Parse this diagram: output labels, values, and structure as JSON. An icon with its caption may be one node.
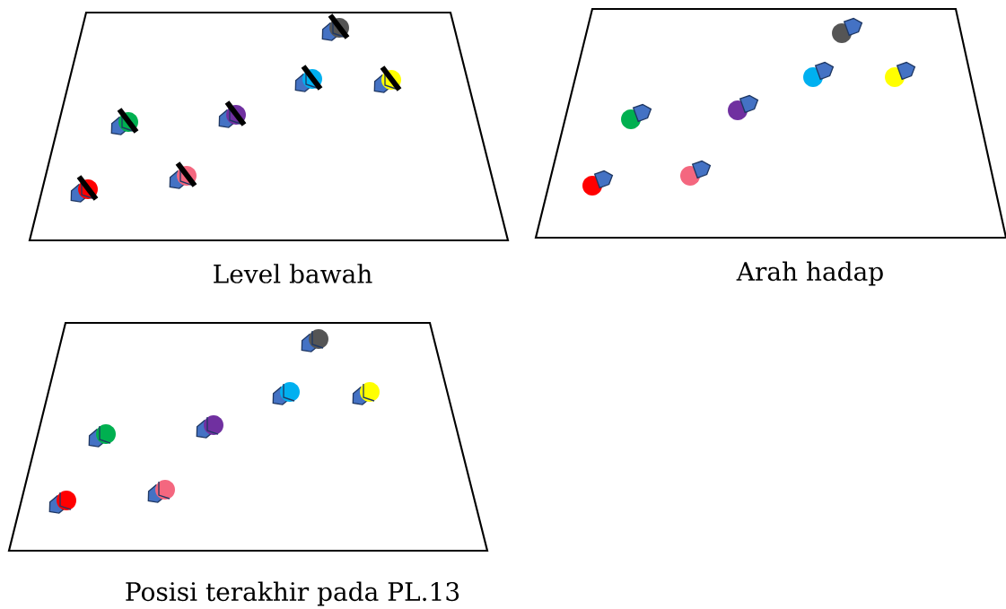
{
  "diagram": {
    "nodes": [
      {
        "text": [
          "Level bawah"
        ]
      },
      {
        "text": [
          "Arah hadap"
        ]
      },
      {
        "text": [
          "Posisi terakhir pada PL.13"
        ]
      }
    ]
  }
}
